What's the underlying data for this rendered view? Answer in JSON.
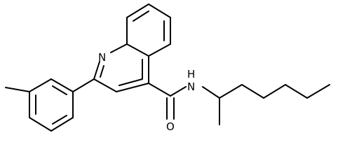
{
  "structure": {
    "type": "chemical-structure-drawing",
    "atoms": {
      "n_ring": "N",
      "amide_n": "N",
      "amide_h": "H",
      "carbonyl_o": "O"
    },
    "colors": {
      "bond": "#000000",
      "label": "#000000",
      "background": "#ffffff"
    }
  }
}
